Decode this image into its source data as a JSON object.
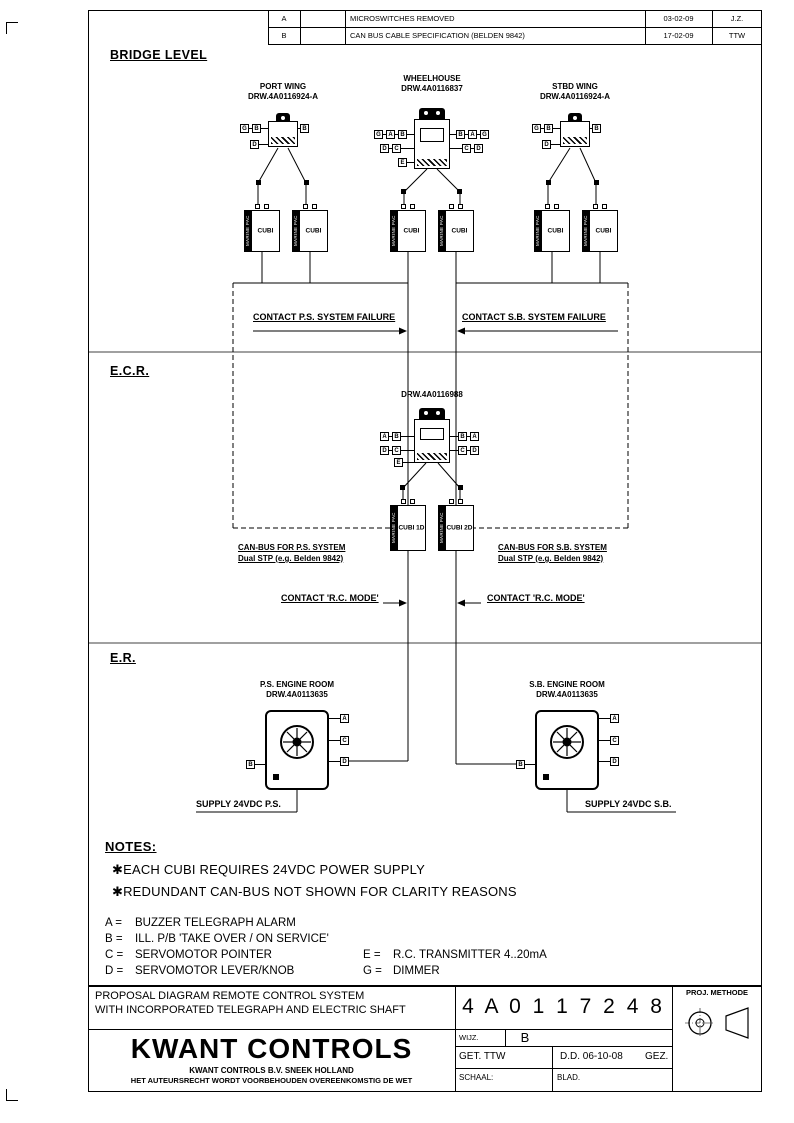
{
  "revision_table": {
    "rows": [
      {
        "rev": "A",
        "description": "MICROSWITCHES REMOVED",
        "date": "03-02-09",
        "by": "J.Z."
      },
      {
        "rev": "B",
        "description": "CAN BUS CABLE SPECIFICATION (BELDEN 9842)",
        "date": "17-02-09",
        "by": "TTW"
      }
    ]
  },
  "sections": {
    "bridge": "BRIDGE LEVEL",
    "ecr": "E.C.R.",
    "er": "E.R.",
    "notes": "NOTES:"
  },
  "bridge": {
    "port_wing": {
      "title": "PORT WING",
      "drw": "DRW.4A0116924-A"
    },
    "wheelhouse": {
      "title": "WHEELHOUSE",
      "drw": "DRW.4A0116837"
    },
    "stbd_wing": {
      "title": "STBD WING",
      "drw": "DRW.4A0116924-A"
    },
    "contact_ps": "CONTACT P.S. SYSTEM FAILURE",
    "contact_sb": "CONTACT S.B. SYSTEM FAILURE"
  },
  "ecr": {
    "drw": "DRW.4A0116988",
    "canbus_ps_line1": "CAN-BUS FOR P.S. SYSTEM",
    "canbus_ps_line2": "Dual STP (e.g. Belden 9842)",
    "canbus_sb_line1": "CAN-BUS FOR S.B. SYSTEM",
    "canbus_sb_line2": "Dual STP (e.g. Belden 9842)",
    "contact_rc": "CONTACT 'R.C. MODE'"
  },
  "er": {
    "ps": {
      "title": "P.S. ENGINE ROOM",
      "drw": "DRW.4A0113635",
      "supply": "SUPPLY 24VDC P.S."
    },
    "sb": {
      "title": "S.B. ENGINE ROOM",
      "drw": "DRW.4A0113635",
      "supply": "SUPPLY 24VDC S.B."
    }
  },
  "cubi": {
    "label": "CUBI",
    "label_1d": "CUBI 1D",
    "label_2d": "CUBI 2D",
    "side": "MARINE PAC"
  },
  "conn": {
    "pw_left": [
      "G",
      "B"
    ],
    "pw_right": [
      "B"
    ],
    "pw_bottom": [
      "D"
    ],
    "wh_left1": [
      "G",
      "A",
      "B"
    ],
    "wh_left2": [
      "D",
      "C"
    ],
    "wh_right1": [
      "B",
      "A",
      "G"
    ],
    "wh_right2": [
      "C",
      "D"
    ],
    "wh_e": "E",
    "sw_left": [
      "G",
      "B"
    ],
    "sw_right": [
      "B"
    ],
    "sw_bottom": [
      "D"
    ],
    "ecr_left1": [
      "A",
      "B"
    ],
    "ecr_left2": [
      "D",
      "C"
    ],
    "ecr_right1": [
      "B",
      "A"
    ],
    "ecr_right2": [
      "C",
      "D"
    ],
    "ecr_e": "E",
    "er_ps_right": [
      "A",
      "C",
      "D"
    ],
    "er_ps_left": "B",
    "er_sb_right": [
      "A",
      "C",
      "D"
    ],
    "er_sb_left": "B"
  },
  "notes": {
    "bullet1": "✱EACH CUBI REQUIRES 24VDC POWER SUPPLY",
    "bullet2": "✱REDUNDANT CAN-BUS NOT SHOWN FOR CLARITY REASONS",
    "legend": [
      {
        "k": "A =",
        "v": "BUZZER TELEGRAPH ALARM"
      },
      {
        "k": "B =",
        "v": "ILL. P/B 'TAKE OVER / ON SERVICE'"
      },
      {
        "k": "C =",
        "v": "SERVOMOTOR POINTER"
      },
      {
        "k": "D =",
        "v": "SERVOMOTOR LEVER/KNOB"
      },
      {
        "k": "E =",
        "v": "R.C. TRANSMITTER 4..20mA"
      },
      {
        "k": "G =",
        "v": "DIMMER"
      }
    ]
  },
  "titleblock": {
    "desc1": "PROPOSAL DIAGRAM REMOTE CONTROL SYSTEM",
    "desc2": "WITH INCORPORATED TELEGRAPH AND ELECTRIC SHAFT",
    "drawing_no": "4 A 0 1 1 7 2 4 8",
    "proj_methode": "PROJ. METHODE",
    "company": "KWANT CONTROLS",
    "company_sub1": "KWANT CONTROLS B.V. SNEEK HOLLAND",
    "company_sub2": "HET AUTEURSRECHT WORDT VOORBEHOUDEN OVEREENKOMSTIG DE WET",
    "wijz_label": "WIJZ.",
    "wijz_value": "B",
    "get_label": "GET. TTW",
    "dd_label": "D.D. 06-10-08",
    "gez_label": "GEZ.",
    "schaal_label": "SCHAAL:",
    "blad_label": "BLAD."
  }
}
